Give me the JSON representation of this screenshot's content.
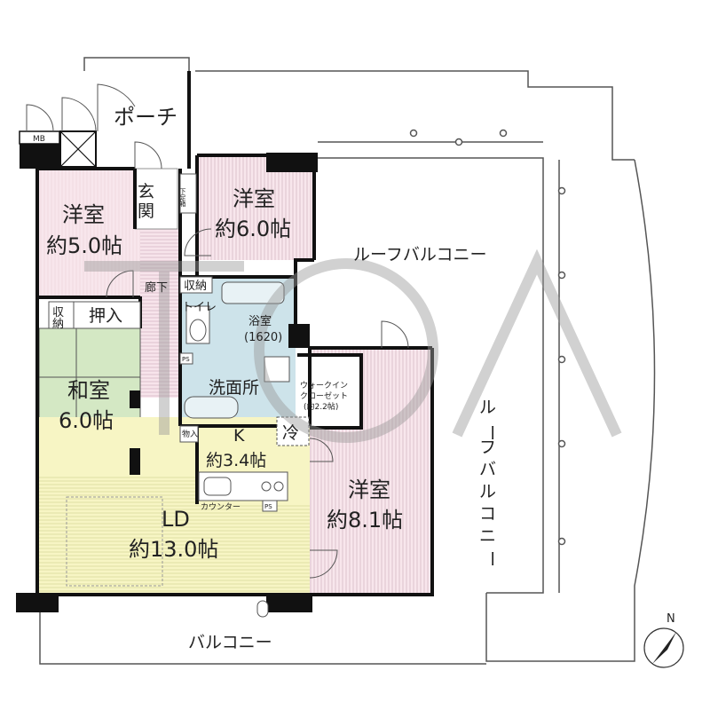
{
  "colors": {
    "western_room": "#f5dde6",
    "japanese_room": "#d4e8c4",
    "living": "#f7f5c4",
    "kitchen": "#f7f5c4",
    "wet_area": "#cde3ea",
    "hall": "#f5e3ea",
    "wall": "#111111",
    "watermark": "#bbbbbb"
  },
  "labels": {
    "porch": "ポーチ",
    "mb": "MB",
    "genkan": "玄関",
    "shoe_box": "下足箱",
    "west_room_1": "洋室",
    "west_room_1_size": "約5.0帖",
    "west_room_2": "洋室",
    "west_room_2_size": "約6.0帖",
    "roof_balcony_top": "ルーフバルコニー",
    "roof_balcony_right": "ルーフバルコニー",
    "corridor": "廊下",
    "storage_small": "収納",
    "storage_left": "収納",
    "oshiire": "押入",
    "toilet": "トイレ",
    "bathroom": "浴室",
    "bathroom_size": "(1620)",
    "ps": "PS",
    "ps_2": "PS",
    "senmenjo": "洗面所",
    "walk_in": "ウォークイン",
    "closet": "クローゼット",
    "closet_size": "(約2.2帖)",
    "washitsu": "和室",
    "washitsu_size": "6.0帖",
    "store_in": "物入",
    "kitchen": "K",
    "kitchen_size": "約3.4帖",
    "fridge": "冷",
    "counter": "カウンター",
    "west_room_3": "洋室",
    "west_room_3_size": "約8.1帖",
    "ld": "LD",
    "ld_size": "約13.0帖",
    "balcony": "バルコニー",
    "compass": "N",
    "watermark": "TOA"
  }
}
